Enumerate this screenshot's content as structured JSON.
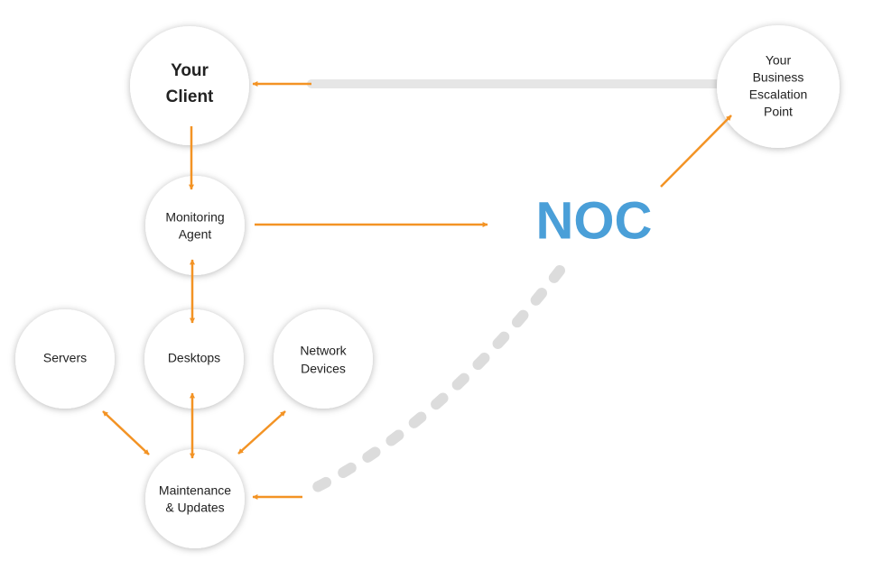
{
  "colors": {
    "arrow": "#F39324",
    "noc": "#4A9FD8",
    "node_fill": "#FFFFFF",
    "node_text": "#222222",
    "dotted_link": "#DCDCDC",
    "gray_link": "#E6E6E6"
  },
  "nodes": {
    "client": {
      "line1": "Your",
      "line2": "Client"
    },
    "escalation": {
      "line1": "Your",
      "line2": "Business",
      "line3": "Escalation",
      "line4": "Point"
    },
    "monitoring": {
      "line1": "Monitoring",
      "line2": "Agent"
    },
    "servers": {
      "line1": "Servers"
    },
    "desktops": {
      "line1": "Desktops"
    },
    "network": {
      "line1": "Network",
      "line2": "Devices"
    },
    "maintenance": {
      "line1": "Maintenance",
      "line2": "& Updates"
    }
  },
  "noc": {
    "label": "NOC"
  }
}
